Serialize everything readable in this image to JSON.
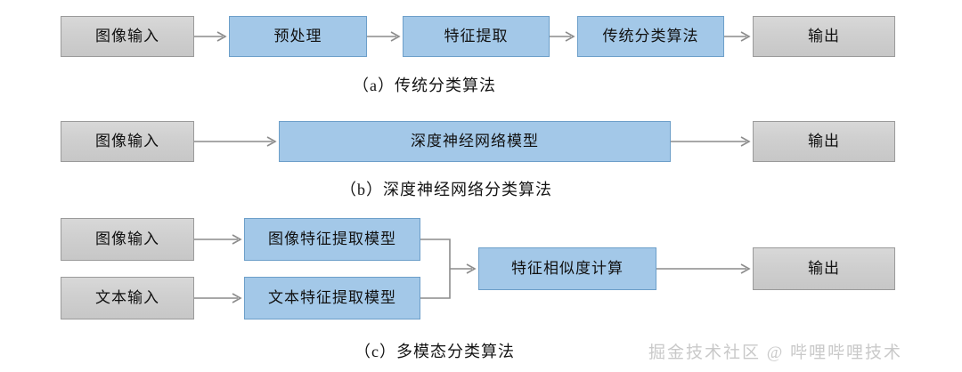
{
  "diagram": {
    "background_color": "#ffffff",
    "box_gray_color": "#cfcfcf",
    "box_blue_color": "#a3c8e8",
    "edge_color": "#8c8c8c",
    "rows": [
      {
        "id": "row-a",
        "caption": "（a）传统分类算法",
        "nodes": [
          {
            "id": "a-image-input",
            "label": "图像输入",
            "style": "gray"
          },
          {
            "id": "a-preprocess",
            "label": "预处理",
            "style": "blue"
          },
          {
            "id": "a-feature-extract",
            "label": "特征提取",
            "style": "blue"
          },
          {
            "id": "a-classifier",
            "label": "传统分类算法",
            "style": "blue"
          },
          {
            "id": "a-output",
            "label": "输出",
            "style": "gray"
          }
        ]
      },
      {
        "id": "row-b",
        "caption": "（b）深度神经网络分类算法",
        "nodes": [
          {
            "id": "b-image-input",
            "label": "图像输入",
            "style": "gray"
          },
          {
            "id": "b-dnn-model",
            "label": "深度神经网络模型",
            "style": "blue"
          },
          {
            "id": "b-output",
            "label": "输出",
            "style": "gray"
          }
        ]
      },
      {
        "id": "row-c",
        "caption": "（c）多模态分类算法",
        "nodes": [
          {
            "id": "c-image-input",
            "label": "图像输入",
            "style": "gray"
          },
          {
            "id": "c-text-input",
            "label": "文本输入",
            "style": "gray"
          },
          {
            "id": "c-image-feature-model",
            "label": "图像特征提取模型",
            "style": "blue"
          },
          {
            "id": "c-text-feature-model",
            "label": "文本特征提取模型",
            "style": "blue"
          },
          {
            "id": "c-similarity",
            "label": "特征相似度计算",
            "style": "blue"
          },
          {
            "id": "c-output",
            "label": "输出",
            "style": "gray"
          }
        ]
      }
    ],
    "watermark": "掘金技术社区 @ 哔哩哔哩技术"
  }
}
